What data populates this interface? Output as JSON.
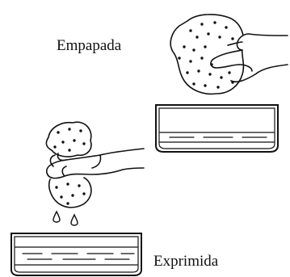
{
  "labels": {
    "soaked": "Empapada",
    "squeezed": "Exprimida"
  },
  "colors": {
    "ink": "#111111",
    "background": "#ffffff"
  },
  "icons": [
    "soaked-sponge-hand",
    "dish-with-water",
    "squeezed-sponge-hand",
    "water-drops"
  ]
}
